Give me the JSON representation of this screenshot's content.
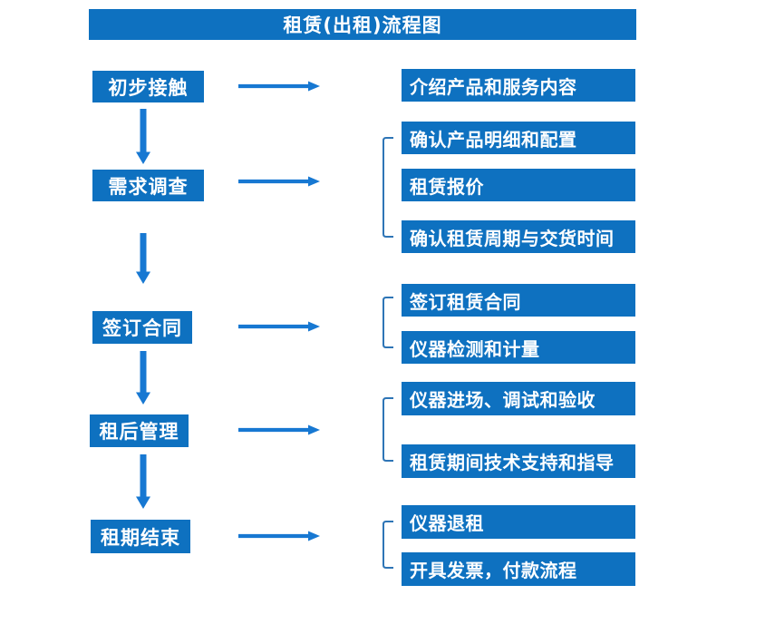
{
  "title": "租赁(出租)流程图",
  "colors": {
    "box_fill": "#0E71C0",
    "arrow": "#1778D2",
    "bracket": "#2E75B6",
    "text": "#FFFFFF",
    "background": "#FFFFFF"
  },
  "steps": [
    {
      "label": "初步接触",
      "details": [
        "介绍产品和服务内容"
      ]
    },
    {
      "label": "需求调查",
      "details": [
        "确认产品明细和配置",
        "租赁报价",
        "确认租赁周期与交货时间"
      ]
    },
    {
      "label": "签订合同",
      "details": [
        "签订租赁合同",
        "仪器检测和计量"
      ]
    },
    {
      "label": "租后管理",
      "details": [
        "仪器进场、调试和验收",
        "租赁期间技术支持和指导"
      ]
    },
    {
      "label": "租期结束",
      "details": [
        "仪器退租",
        "开具发票，付款流程"
      ]
    }
  ]
}
